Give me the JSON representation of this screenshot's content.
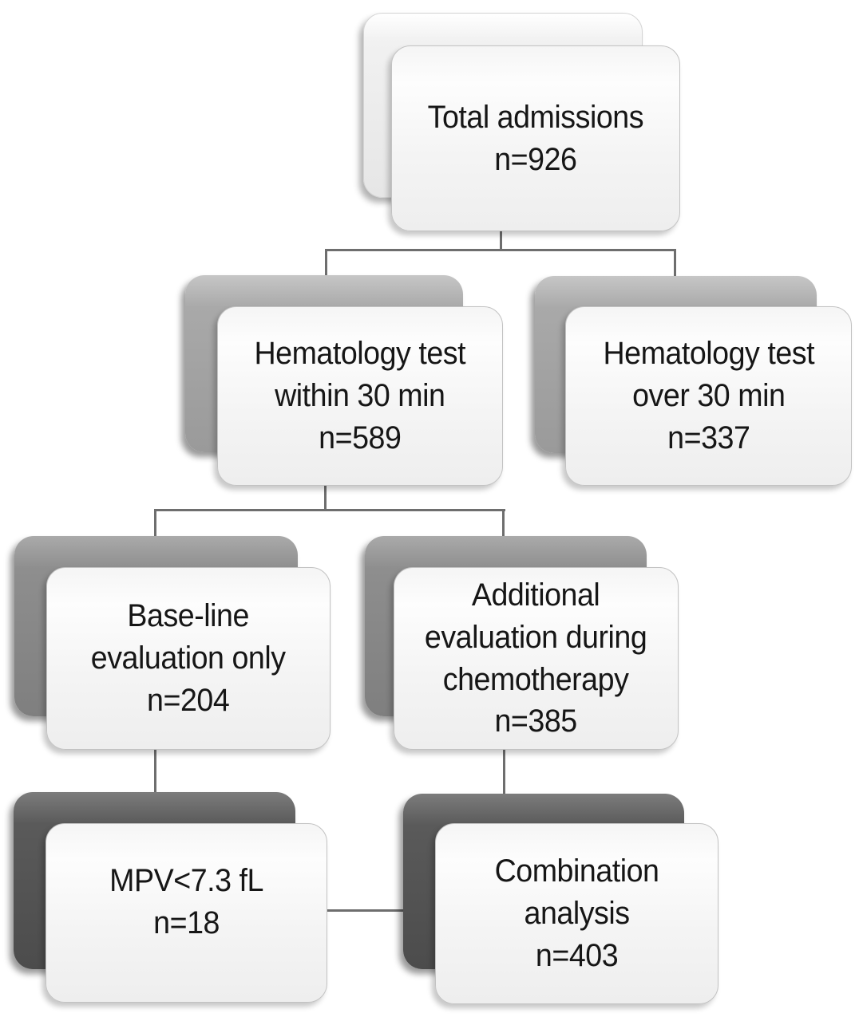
{
  "diagram": {
    "background": "#ffffff",
    "connector_color": "#6e6e6e",
    "text_color": "#161616",
    "level_back_colors": [
      "#e9e9e9",
      "#a3a3a3",
      "#8b8b8b",
      "#565656"
    ],
    "front_panel_color": "#f5f5f5",
    "nodes": [
      {
        "name": "total-admissions",
        "level": 1,
        "lines": [
          "Total admissions",
          "n=926"
        ],
        "n": 926
      },
      {
        "name": "hematology-within-30min",
        "level": 2,
        "lines": [
          "Hematology test",
          "within 30 min",
          "n=589"
        ],
        "n": 589
      },
      {
        "name": "hematology-over-30min",
        "level": 2,
        "lines": [
          "Hematology test",
          "over 30 min",
          "n=337"
        ],
        "n": 337
      },
      {
        "name": "baseline-evaluation-only",
        "level": 3,
        "lines": [
          "Base-line",
          "evaluation only",
          "n=204"
        ],
        "n": 204
      },
      {
        "name": "additional-evaluation-during-chemotherapy",
        "level": 3,
        "lines": [
          "Additional",
          "evaluation during",
          "chemotherapy",
          "n=385"
        ],
        "n": 385
      },
      {
        "name": "mpv-below-7-3-fl",
        "level": 4,
        "lines": [
          "MPV<7.3 fL",
          "n=18"
        ],
        "n": 18
      },
      {
        "name": "combination-analysis",
        "level": 4,
        "lines": [
          "Combination",
          "analysis",
          "n=403"
        ],
        "n": 403
      }
    ],
    "edges": [
      {
        "from": "total-admissions",
        "to": "hematology-within-30min"
      },
      {
        "from": "total-admissions",
        "to": "hematology-over-30min"
      },
      {
        "from": "hematology-within-30min",
        "to": "baseline-evaluation-only"
      },
      {
        "from": "hematology-within-30min",
        "to": "additional-evaluation-during-chemotherapy"
      },
      {
        "from": "baseline-evaluation-only",
        "to": "mpv-below-7-3-fl"
      },
      {
        "from": "additional-evaluation-during-chemotherapy",
        "to": "combination-analysis"
      },
      {
        "from": "mpv-below-7-3-fl",
        "to": "combination-analysis"
      }
    ]
  }
}
